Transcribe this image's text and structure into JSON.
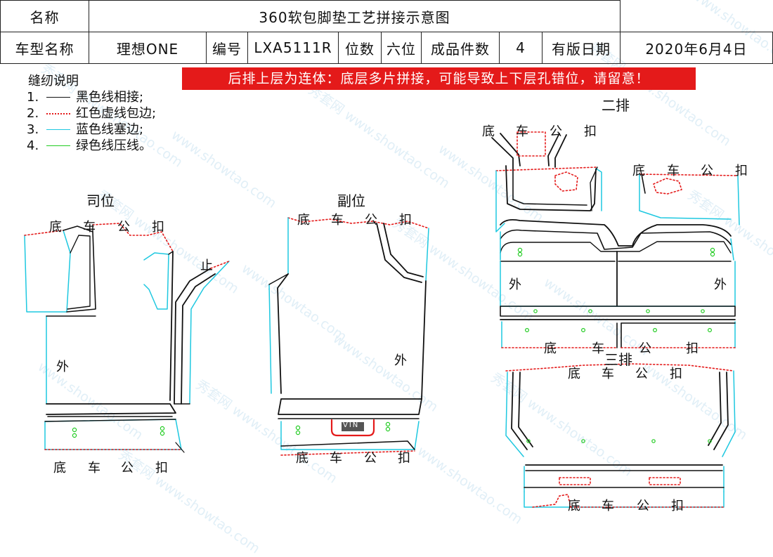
{
  "header": {
    "name_label": "名称",
    "title": "360软包脚垫工艺拼接示意图",
    "model_label": "车型名称",
    "model_value": "理想ONE",
    "code_label": "编号",
    "code_value": "LXA5111R",
    "seats_label": "位数",
    "seats_value": "六位",
    "pieces_label": "成品件数",
    "pieces_value": "4",
    "date_label": "有版日期",
    "date_value": "2020年6月4日"
  },
  "warning": "后排上层为连体：底层多片拼接，可能导致上下层孔错位，请留意！",
  "legend": {
    "title": "缝纫说明",
    "items": [
      {
        "num": "1.",
        "text": "黑色线相接;",
        "color": "#111111",
        "style": "solid"
      },
      {
        "num": "2.",
        "text": "红色虚线包边;",
        "color": "#e41a1a",
        "style": "dotted"
      },
      {
        "num": "3.",
        "text": "蓝色线塞边;",
        "color": "#1ec8e0",
        "style": "solid"
      },
      {
        "num": "4.",
        "text": "绿色线压线。",
        "color": "#22cc22",
        "style": "solid"
      }
    ]
  },
  "sections": {
    "driver": "司位",
    "passenger": "副位",
    "row2": "二排",
    "row3": "三排"
  },
  "labels": {
    "di": "底",
    "che": "车",
    "gong": "公",
    "kou": "扣",
    "wai": "外",
    "zhi": "止",
    "vin": "VIN"
  },
  "watermark": {
    "text1": "秀套网",
    "text2": "www.showtao.com"
  },
  "colors": {
    "black": "#111111",
    "red": "#e41a1a",
    "cyan": "#1ec8e0",
    "green": "#22cc22"
  }
}
